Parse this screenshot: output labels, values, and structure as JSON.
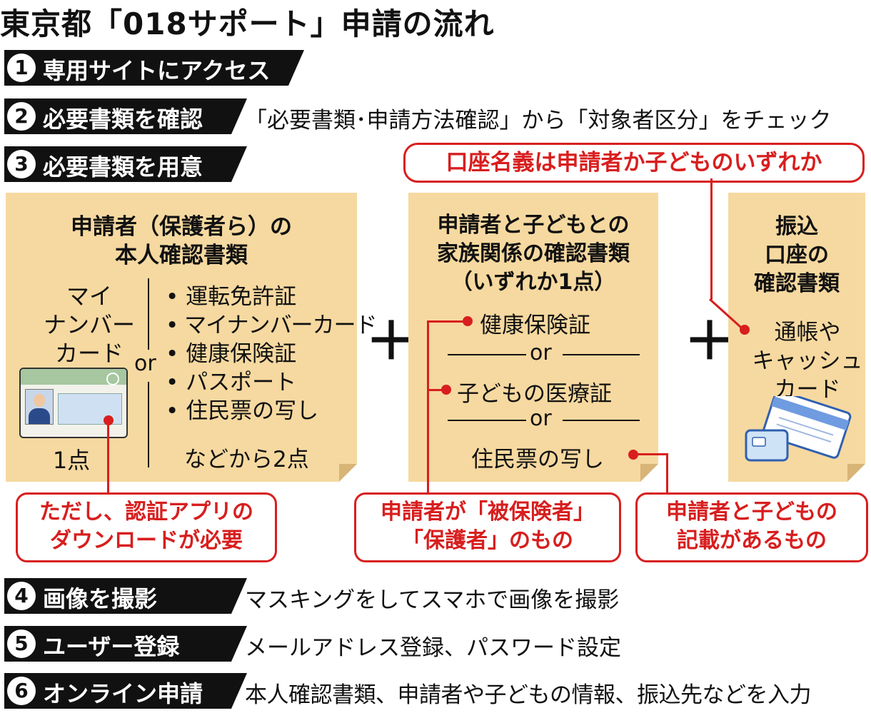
{
  "title": "東京都「018サポート」申請の流れ",
  "steps": [
    {
      "num": "1",
      "label": "専用サイトにアクセス",
      "desc": ""
    },
    {
      "num": "2",
      "label": "必要書類を確認",
      "desc": "「必要書類･申請方法確認」から「対象者区分」をチェック"
    },
    {
      "num": "3",
      "label": "必要書類を用意",
      "desc": ""
    },
    {
      "num": "4",
      "label": "画像を撮影",
      "desc": "マスキングをしてスマホで画像を撮影"
    },
    {
      "num": "5",
      "label": "ユーザー登録",
      "desc": "メールアドレス登録、パスワード設定"
    },
    {
      "num": "6",
      "label": "オンライン申請",
      "desc": "本人確認書類、申請者や子どもの情報、振込先などを入力"
    }
  ],
  "box1": {
    "title_l1": "申請者（保護者ら）の",
    "title_l2": "本人確認書類",
    "mynumber_l1": "マイ",
    "mynumber_l2": "ナンバー",
    "mynumber_l3": "カード",
    "one_point": "1点",
    "or": "or",
    "items": [
      "運転免許証",
      "マイナンバーカード",
      "健康保険証",
      "パスポート",
      "住民票の写し"
    ],
    "footer": "などから2点"
  },
  "box2": {
    "title_l1": "申請者と子どもとの",
    "title_l2": "家族関係の確認書類",
    "title_l3": "（いずれか1点）",
    "item1": "健康保険証",
    "or": "or",
    "item2": "子どもの医療証",
    "item3": "住民票の写し"
  },
  "box3": {
    "title_l1": "振込",
    "title_l2": "口座の",
    "title_l3": "確認書類",
    "item_l1": "通帳や",
    "item_l2": "キャッシュ",
    "item_l3": "カード"
  },
  "plus": "＋",
  "callouts": {
    "account": "口座名義は申請者か子どものいずれか",
    "app_l1": "ただし、認証アプリの",
    "app_l2": "ダウンロードが必要",
    "insured_l1": "申請者が「被保険者」",
    "insured_l2": "「保護者」のもの",
    "resident_l1": "申請者と子どもの",
    "resident_l2": "記載があるもの"
  },
  "colors": {
    "note": "#f6d9a0",
    "accent": "#d81e1e",
    "bar": "#111111"
  }
}
